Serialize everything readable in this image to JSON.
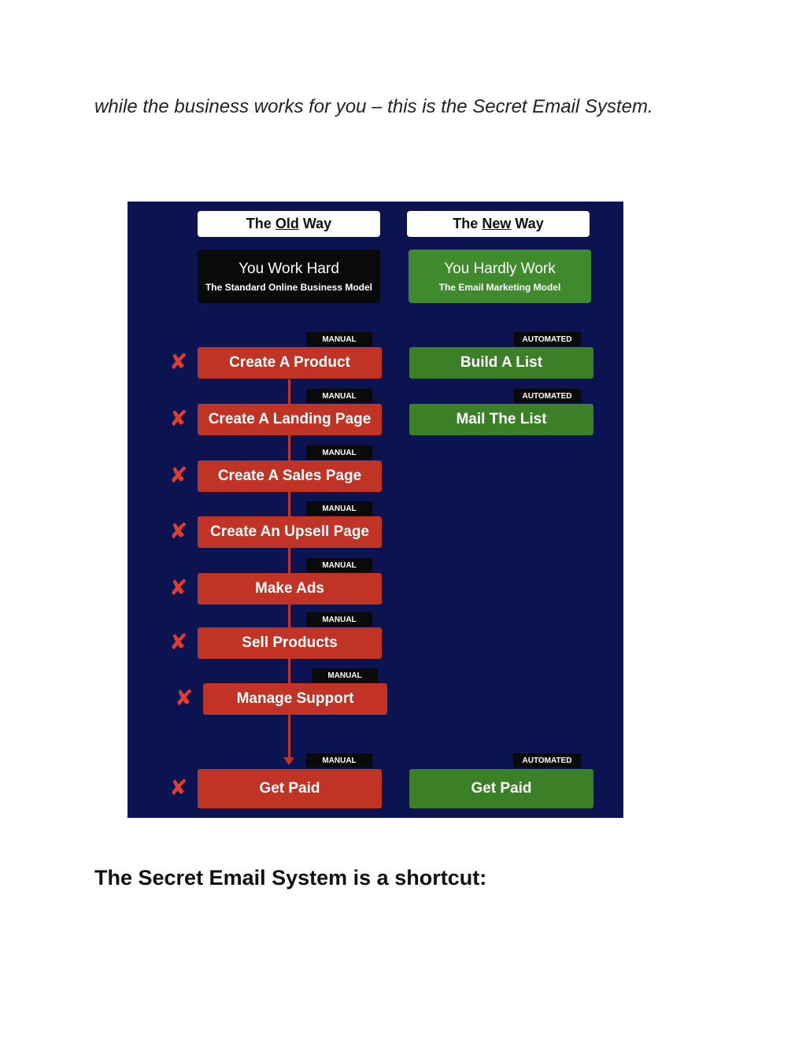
{
  "intro_text": "while the business works for you – this is the Secret Email System.",
  "heading_text": "The Secret Email System is a shortcut:",
  "figure": {
    "old": {
      "header": {
        "pre": "The ",
        "underlined": "Old",
        "post": " Way"
      },
      "model_title": "You Work Hard",
      "model_subtitle": "The Standard Online Business Model",
      "steps": [
        {
          "tag": "MANUAL",
          "label": "Create A Product"
        },
        {
          "tag": "MANUAL",
          "label": "Create A Landing Page"
        },
        {
          "tag": "MANUAL",
          "label": "Create A Sales Page"
        },
        {
          "tag": "MANUAL",
          "label": "Create An Upsell Page"
        },
        {
          "tag": "MANUAL",
          "label": "Make Ads"
        },
        {
          "tag": "MANUAL",
          "label": "Sell Products"
        },
        {
          "tag": "MANUAL",
          "label": "Manage Support"
        },
        {
          "tag": "MANUAL",
          "label": "Get Paid"
        }
      ],
      "mark": "✘"
    },
    "new": {
      "header": {
        "pre": "The ",
        "underlined": "New",
        "post": " Way"
      },
      "model_title": "You Hardly Work",
      "model_subtitle": "The Email Marketing Model",
      "steps": [
        {
          "tag": "AUTOMATED",
          "label": "Build A List"
        },
        {
          "tag": "AUTOMATED",
          "label": "Mail The List"
        },
        {
          "tag": "AUTOMATED",
          "label": "Get Paid"
        }
      ]
    },
    "colors": {
      "background": "#0b1450",
      "manual_step": "#c13324",
      "automated_step": "#3b7f27",
      "new_model_box": "#3f8a2c",
      "cross_mark": "#e33b2c"
    }
  }
}
